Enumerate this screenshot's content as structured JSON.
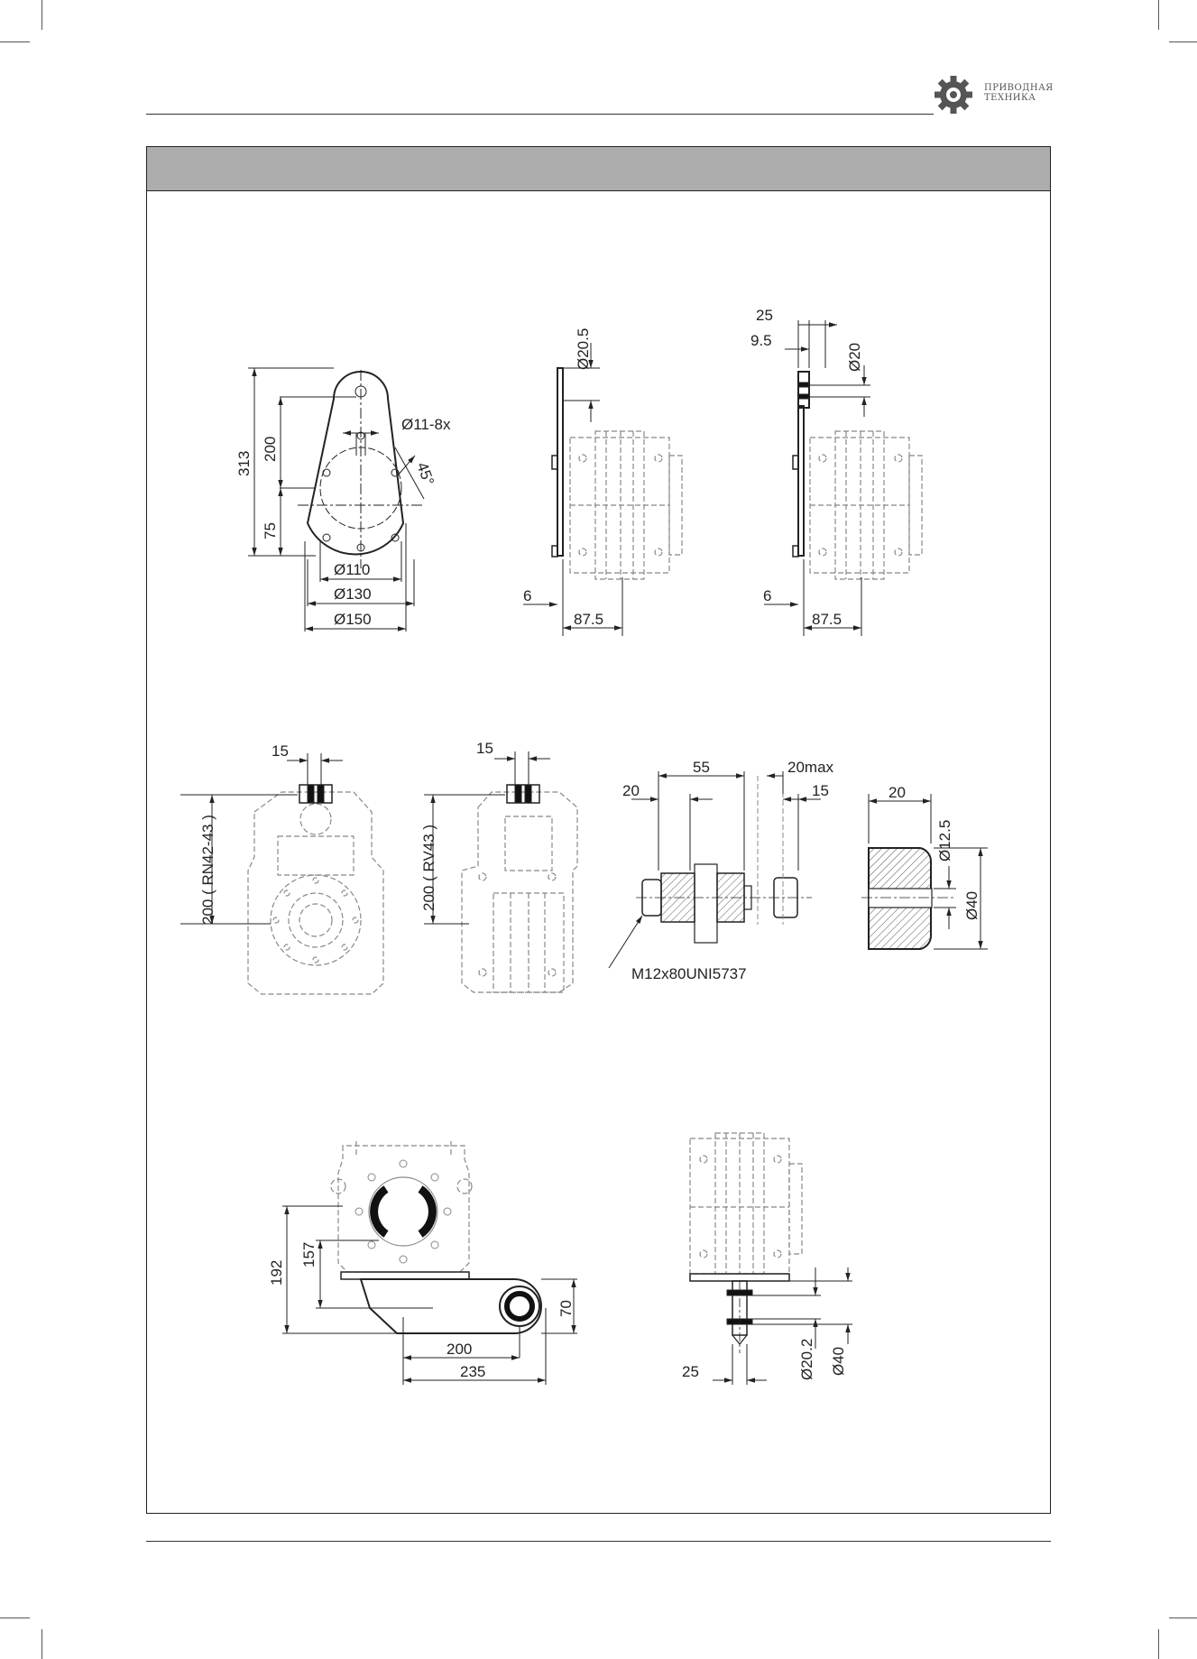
{
  "brand": {
    "logo_icon": "gear-icon",
    "line1": "ПРИВОДНАЯ",
    "line2": "ТЕХНИКА"
  },
  "drawing": {
    "flange_plate": {
      "d_hole": "Ø11-8x",
      "angle": "45°",
      "h_total": "313",
      "h_200": "200",
      "h_75": "75",
      "d110": "Ø110",
      "d130": "Ø130",
      "d150": "Ø150"
    },
    "side_view_1": {
      "d_top": "Ø20.5",
      "t": "6",
      "w": "87.5"
    },
    "side_view_2": {
      "w25": "25",
      "w95": "9.5",
      "d20": "Ø20",
      "t": "6",
      "w": "87.5"
    },
    "front_view_rn": {
      "w15": "15",
      "h": "200 ( RN42-43 )"
    },
    "front_view_rv": {
      "w15": "15",
      "h": "200 ( RV43 )"
    },
    "bolt_assembly": {
      "w55": "55",
      "w20max": "20max",
      "w20": "20",
      "w15": "15",
      "bolt": "M12x80UNI5737"
    },
    "bushing": {
      "w20": "20",
      "d12": "Ø12.5",
      "d40": "Ø40"
    },
    "arm_view": {
      "h192": "192",
      "h157": "157",
      "h70": "70",
      "w200": "200",
      "w235": "235"
    },
    "arm_side_view": {
      "w25": "25",
      "d202": "Ø20.2",
      "d40": "Ø40"
    }
  }
}
